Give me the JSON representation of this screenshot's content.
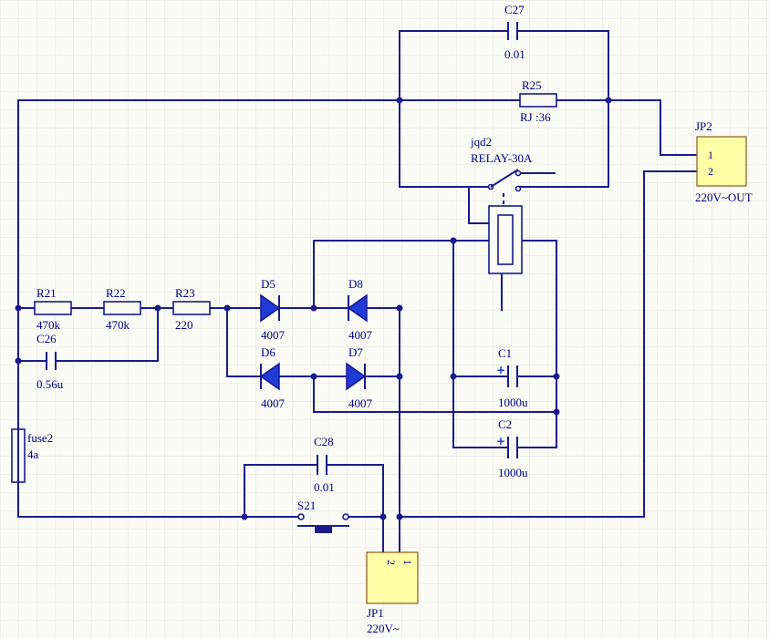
{
  "components": {
    "c27": {
      "designator": "C27",
      "value": "0.01"
    },
    "r25": {
      "designator": "R25",
      "value": "RJ :36"
    },
    "jqd2": {
      "designator": "jqd2",
      "value": "RELAY-30A"
    },
    "jp2": {
      "designator": "JP2",
      "value": "220V~OUT",
      "pin1": "1",
      "pin2": "2"
    },
    "r21": {
      "designator": "R21",
      "value": "470k"
    },
    "r22": {
      "designator": "R22",
      "value": "470k"
    },
    "r23": {
      "designator": "R23",
      "value": "220"
    },
    "c26": {
      "designator": "C26",
      "value": "0.56u"
    },
    "d5": {
      "designator": "D5",
      "value": "4007"
    },
    "d8": {
      "designator": "D8",
      "value": "4007"
    },
    "d6": {
      "designator": "D6",
      "value": "4007"
    },
    "d7": {
      "designator": "D7",
      "value": "4007"
    },
    "c1": {
      "designator": "C1",
      "value": "1000u"
    },
    "c2": {
      "designator": "C2",
      "value": "1000u"
    },
    "fuse2": {
      "designator": "fuse2",
      "value": "4a"
    },
    "c28": {
      "designator": "C28",
      "value": "0.01"
    },
    "s21": {
      "designator": "S21"
    },
    "jp1": {
      "designator": "JP1",
      "value": "220V~",
      "pin1": "1",
      "pin2": "2"
    }
  },
  "symbols": {
    "cap_polarity": "+"
  },
  "colors": {
    "wire": "#1a1a8c",
    "diode_fill": "#1f3ad8",
    "connector_fill": "#ffffa8",
    "grid": "#e6e6e6",
    "background": "#fbfbf5"
  }
}
